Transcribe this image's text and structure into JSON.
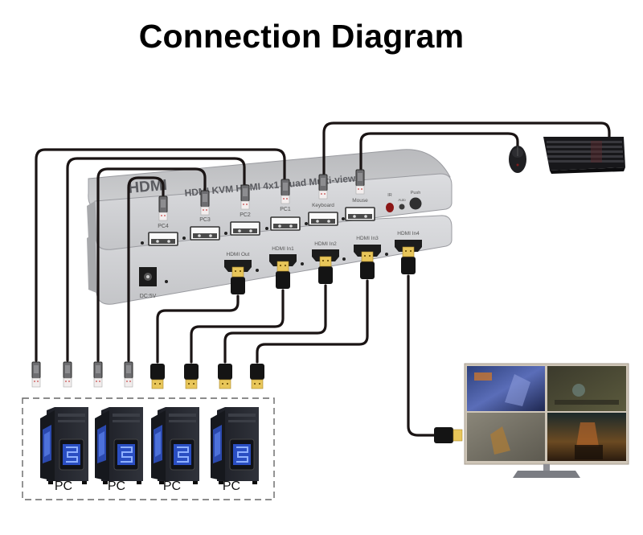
{
  "title": "Connection Diagram",
  "device": {
    "name": "HDMI KVM HDMI 4x1 Quad Multi-viewer",
    "logo": "HDMI",
    "usb_ports": [
      {
        "id": "pc4",
        "label": "PC4"
      },
      {
        "id": "pc3",
        "label": "PC3"
      },
      {
        "id": "pc2",
        "label": "PC2"
      },
      {
        "id": "pc1",
        "label": "PC1"
      },
      {
        "id": "keyboard",
        "label": "Keyboard"
      },
      {
        "id": "mouse",
        "label": "Mouse"
      }
    ],
    "controls": [
      {
        "id": "ir",
        "label": "IR"
      },
      {
        "id": "auto",
        "label": "Auto"
      },
      {
        "id": "push",
        "label": "Push"
      }
    ],
    "hdmi_ports": [
      {
        "id": "hdmi-out",
        "label": "HDMI Out"
      },
      {
        "id": "hdmi-in1",
        "label": "HDMI In1"
      },
      {
        "id": "hdmi-in2",
        "label": "HDMI In2"
      },
      {
        "id": "hdmi-in3",
        "label": "HDMI In3"
      },
      {
        "id": "hdmi-in4",
        "label": "HDMI In4"
      }
    ],
    "power_label": "DC:5V"
  },
  "peripherals": {
    "mouse": "mouse-icon",
    "keyboard": "keyboard-icon",
    "monitor": "monitor-icon"
  },
  "computers": [
    {
      "label": "PC"
    },
    {
      "label": "PC"
    },
    {
      "label": "PC"
    },
    {
      "label": "PC"
    }
  ],
  "colors": {
    "device_body": "#c9c9cb",
    "cable": "#1a1414",
    "hdmi_gold": "#e8c65a",
    "pc_accent_blue": "#3a62d8",
    "dashed_border": "#666666"
  }
}
